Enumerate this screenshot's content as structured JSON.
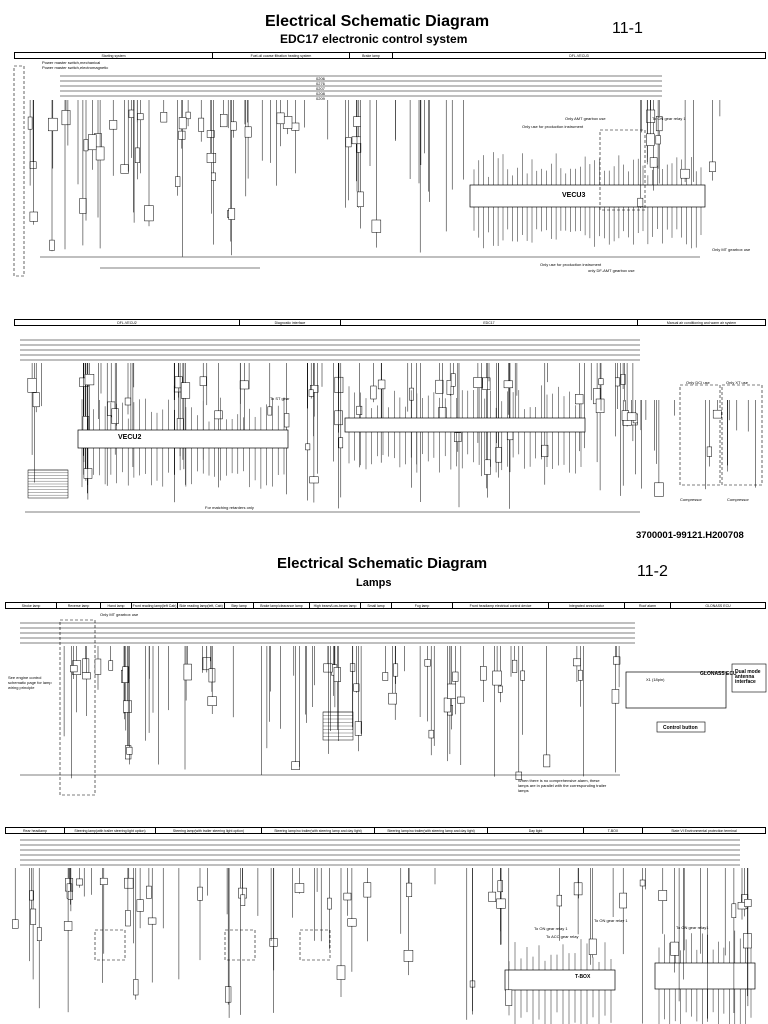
{
  "page1": {
    "title": "Electrical Schematic Diagram",
    "subtitle": "EDC17 electronic control system",
    "page_number": "11-1",
    "header_top": [
      "Starting system",
      "Fuel-oil coarse filtration heating system",
      "Brake lamp",
      "DFL-VECU3"
    ],
    "header_bottom": [
      "DFL-VECU2",
      "Diagnostic interface",
      "EDC17",
      "Manual air conditioning and warm air system"
    ],
    "power_notes": [
      "Power master switch,mechanical",
      "Power master switch,electromagnetic"
    ],
    "bus_labels": [
      "0206",
      "0276",
      "0207",
      "0208",
      "0209"
    ],
    "module_labels": [
      "VECU3",
      "VECU2"
    ],
    "callouts": [
      "Only use for production instrument",
      "Only AMT gearbox use",
      "To ON gear relay 1",
      "Only use for production instrument",
      "only DF-AMT gearbox use",
      "Only MT gearbox use",
      "To ST gear",
      "For matching retarders only",
      "Only DCI use",
      "Only XT use",
      "Compressor",
      "Compressor"
    ],
    "document_number": "3700001-99121.H200708"
  },
  "page2": {
    "title": "Electrical Schematic Diagram",
    "subtitle": "Lamps",
    "page_number": "11-2",
    "header_top": [
      "Stroke lamp",
      "Reverse lamp",
      "Hand lamp",
      "Front reading lamp(left Cab)",
      "Side reading lamp(left, Cab)",
      "Step lamp",
      "Brake lamp/clearance lamp",
      "High beam/Low-beam lamp",
      "Small lamp",
      "Fog lamp",
      "Front headlamp electrical control device",
      "Integrated annunciator",
      "Roof alarm",
      "GLONASS ECU"
    ],
    "header_bottom": [
      "Rear headlamp",
      "Steering lamp(with trailer steering light option)",
      "Steering lamp(with trailer steering light option)",
      "Steering lamp/no trailer(with steering lamp and day light)",
      "Steering lamp/no trailer(with steering lamp and day light)",
      "Day light",
      "T-BOX",
      "State VI Environmental protection terminal"
    ],
    "callouts": [
      "Only MT gearbox use",
      "See engine control schematic page for lamp wiring principle",
      "When there is no comprehensive alarm, these lamps are in parallel with the corresponding trailer lamps",
      "Control button",
      "Dual mode antenna interface",
      "To ON gear relay1",
      "To ACC gear relay",
      "To ON gear relay 1",
      "To ON gear relay 1",
      "T-BOX"
    ],
    "glonass_labels": [
      "X1 (18pin)",
      "GLONASS ECU"
    ]
  }
}
